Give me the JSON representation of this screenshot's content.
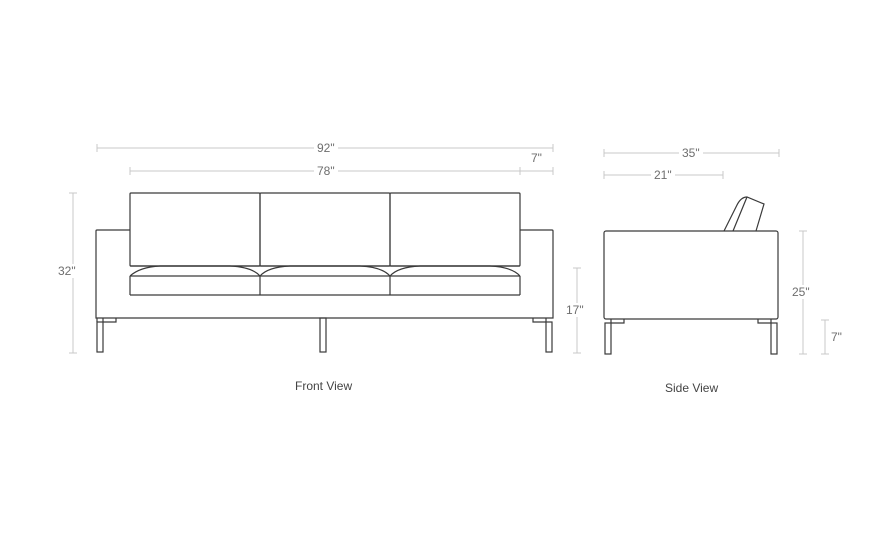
{
  "diagram": {
    "colors": {
      "outline": "#3a3a3a",
      "dimension_line": "#c8c8c8",
      "dimension_text": "#6e6e6e",
      "view_label": "#444444"
    },
    "front_view": {
      "label": "Front View",
      "dimensions": {
        "overall_width": "92\"",
        "seat_width": "78\"",
        "arm_width": "7\"",
        "overall_height": "32\"",
        "seat_height": "17\""
      }
    },
    "side_view": {
      "label": "Side View",
      "dimensions": {
        "overall_depth": "35\"",
        "seat_depth": "21\"",
        "arm_height": "25\"",
        "leg_height": "7\""
      }
    }
  }
}
